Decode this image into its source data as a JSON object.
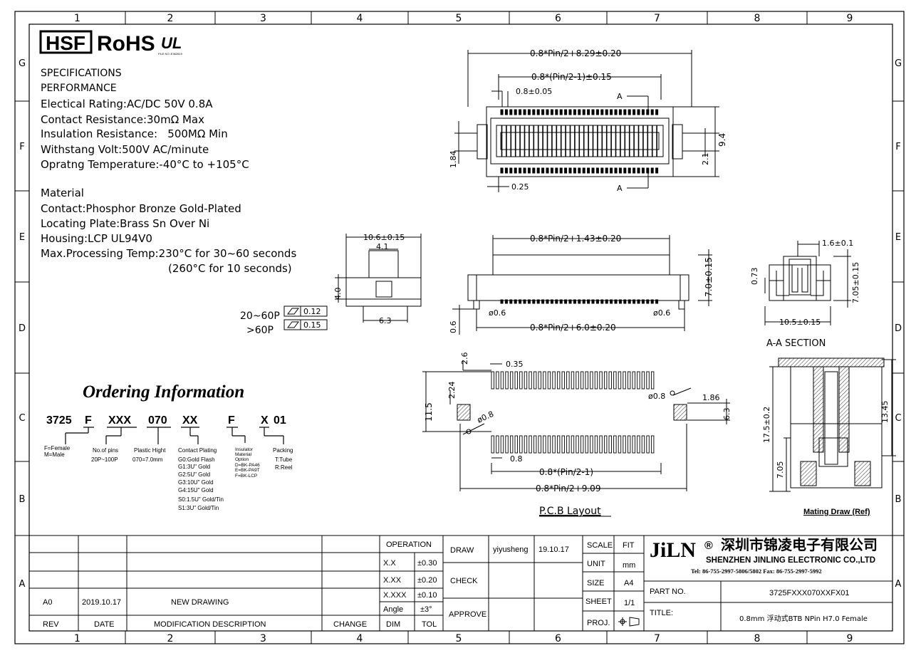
{
  "frame": {
    "cols": [
      "1",
      "2",
      "3",
      "4",
      "5",
      "6",
      "7",
      "8",
      "9"
    ],
    "rows": [
      "G",
      "F",
      "E",
      "D",
      "C",
      "B",
      "A"
    ]
  },
  "logos": {
    "hsf": "HSF",
    "rohs": "RoHS",
    "ul_ul": "UL",
    "ul_file": "FILE NO.:E362819"
  },
  "specs": {
    "heading1": "SPECIFICATIONS",
    "heading2": "PERFORMANCE",
    "rating": "Electical Rating:AC/DC 50V 0.8A",
    "resistance": "Contact Resistance:30mΩ Max",
    "insulation": "Insulation Resistance:   500MΩ Min",
    "withstand": "Withstang Volt:500V AC/minute",
    "temp": "Opratng Temperature:-40°C to +105°C",
    "material": "Material",
    "contact": "Contact:Phosphor Bronze Gold-Plated",
    "plate": "Locating Plate:Brass Sn Over Ni",
    "housing": "Housing:LCP UL94V0",
    "maxproc": "Max.Processing Temp:230°C for 30~60 seconds",
    "maxproc2": "(260°C for 10 seconds)"
  },
  "ordering": {
    "title": "Ordering Information",
    "code": [
      "3725",
      "F",
      "XXX",
      "070",
      "XX",
      "F",
      "X",
      "01"
    ],
    "desc_gender": [
      "F=Female",
      "M=Male"
    ],
    "desc_pins": [
      "No.of pins",
      "20P~100P"
    ],
    "desc_height": [
      "Plastic Hight",
      "070=7.0mm"
    ],
    "desc_plating": [
      "Contact Plating",
      "G0:Gold Flash",
      "G1:3U\" Gold",
      "G2:5U\" Gold",
      "G3:10U\" Gold",
      "G4:15U\" Gold",
      "S0:1.5U\" Gold/Tin",
      "S1:3U\" Gold/Tin"
    ],
    "desc_insulator": [
      "Insulator",
      "Material",
      "Option",
      "D=BK-PA46",
      "E=BK-PA9T",
      "F=BK-LCP"
    ],
    "desc_packing": [
      "Packing",
      "T:Tube",
      "R:Reel"
    ]
  },
  "flatness": {
    "row1_label": "20~60P",
    "row1_val": "0.12",
    "row2_label": ">60P",
    "row2_val": "0.15"
  },
  "dims": {
    "top_total": "0.8*Pin/2+8.29±0.20",
    "top_inner": "0.8*(Pin/2-1)±0.15",
    "pitch": "0.8±0.05",
    "sec_a": "A",
    "d184": "1.84",
    "d21": "2.1",
    "d94": "9.4",
    "d025": "0.25",
    "side_w": "10.6±0.15",
    "side_41": "4.1",
    "side_40": "4.0",
    "side_63": "6.3",
    "front_top": "0.8*Pin/2+1.43±0.20",
    "front_h": "7.0±0.15",
    "front_phi1": "ø0.6",
    "front_phi2": "ø0.6",
    "front_bot": "0.8*Pin/2+6.0±0.20",
    "front_06": "0.6",
    "aa_16": "1.6±0.1",
    "aa_073": "0.73",
    "aa_705": "7.05±0.15",
    "aa_105": "10.5±0.15",
    "aa_label": "A-A SECTION",
    "pcb_26": "2.6",
    "pcb_035": "0.35",
    "pcb_224": "2.24",
    "pcb_115": "11.5",
    "pcb_phi1": "ø0.8",
    "pcb_phi2": "ø0.8",
    "pcb_186": "1.86",
    "pcb_63": "6.3",
    "pcb_08": "0.8",
    "pcb_inner": "0.8*(Pin/2-1)",
    "pcb_outer": "0.8*Pin/2+9.09",
    "pcb_label": "P.C.B Layout",
    "mate_1345": "13.45",
    "mate_175": "17.5±0.2",
    "mate_705": "7.05",
    "mate_label": "Mating Draw (Ref)"
  },
  "titleblock": {
    "rev_hdr": "REV",
    "date_hdr": "DATE",
    "desc_hdr": "MODIFICATION DESCRIPTION",
    "change_hdr": "CHANGE",
    "rev": "A0",
    "date": "2019.10.17",
    "desc": "NEW DRAWING",
    "operation": "OPERATION",
    "tol": [
      [
        "X.X",
        "±0.30"
      ],
      [
        "X.XX",
        "±0.20"
      ],
      [
        "X.XXX",
        "±0.10"
      ],
      [
        "Angle",
        "±3°"
      ]
    ],
    "dim_hdr": "DIM",
    "tol_hdr": "TOL",
    "draw": "DRAW",
    "drawer": "yiyusheng",
    "draw_date": "19.10.17",
    "check": "CHECK",
    "approve": "APPROVE",
    "scale": "SCALE",
    "scale_val": "FIT",
    "unit": "UNIT",
    "unit_val": "mm",
    "size": "SIZE",
    "size_val": "A4",
    "sheet": "SHEET",
    "sheet_val": "1/1",
    "proj": "PROJ.",
    "brand": "JiLN",
    "brand_reg": "®",
    "company_cn": "深圳市锦凌电子有限公司",
    "company_en": "SHENZHEN JINLING ELECTRONIC CO.,LTD",
    "company_tel": "Tel: 86-755-2997-5806/5802   Fax: 86-755-2997-5992",
    "part_no": "PART NO.",
    "part_val": "3725FXXX070XXFX01",
    "title": "TITLE:",
    "title_val": "0.8mm 浮动式BTB NPin H7.0 Female"
  }
}
